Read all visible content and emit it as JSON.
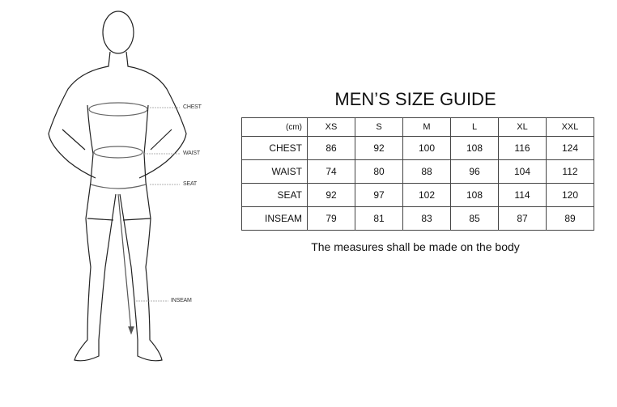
{
  "title": "MEN’S SIZE GUIDE",
  "figure_labels": {
    "chest": "CHEST",
    "waist": "WAIST",
    "seat": "SEAT",
    "inseam": "INSEAM"
  },
  "table": {
    "unit": "(cm)",
    "sizes": [
      "XS",
      "S",
      "M",
      "L",
      "XL",
      "XXL"
    ],
    "rows": [
      {
        "label": "CHEST",
        "values": [
          "86",
          "92",
          "100",
          "108",
          "116",
          "124"
        ]
      },
      {
        "label": "WAIST",
        "values": [
          "74",
          "80",
          "88",
          "96",
          "104",
          "112"
        ]
      },
      {
        "label": "SEAT",
        "values": [
          "92",
          "97",
          "102",
          "108",
          "114",
          "120"
        ]
      },
      {
        "label": "INSEAM",
        "values": [
          "79",
          "81",
          "83",
          "85",
          "87",
          "89"
        ]
      }
    ]
  },
  "note": "The measures shall be made on the body"
}
